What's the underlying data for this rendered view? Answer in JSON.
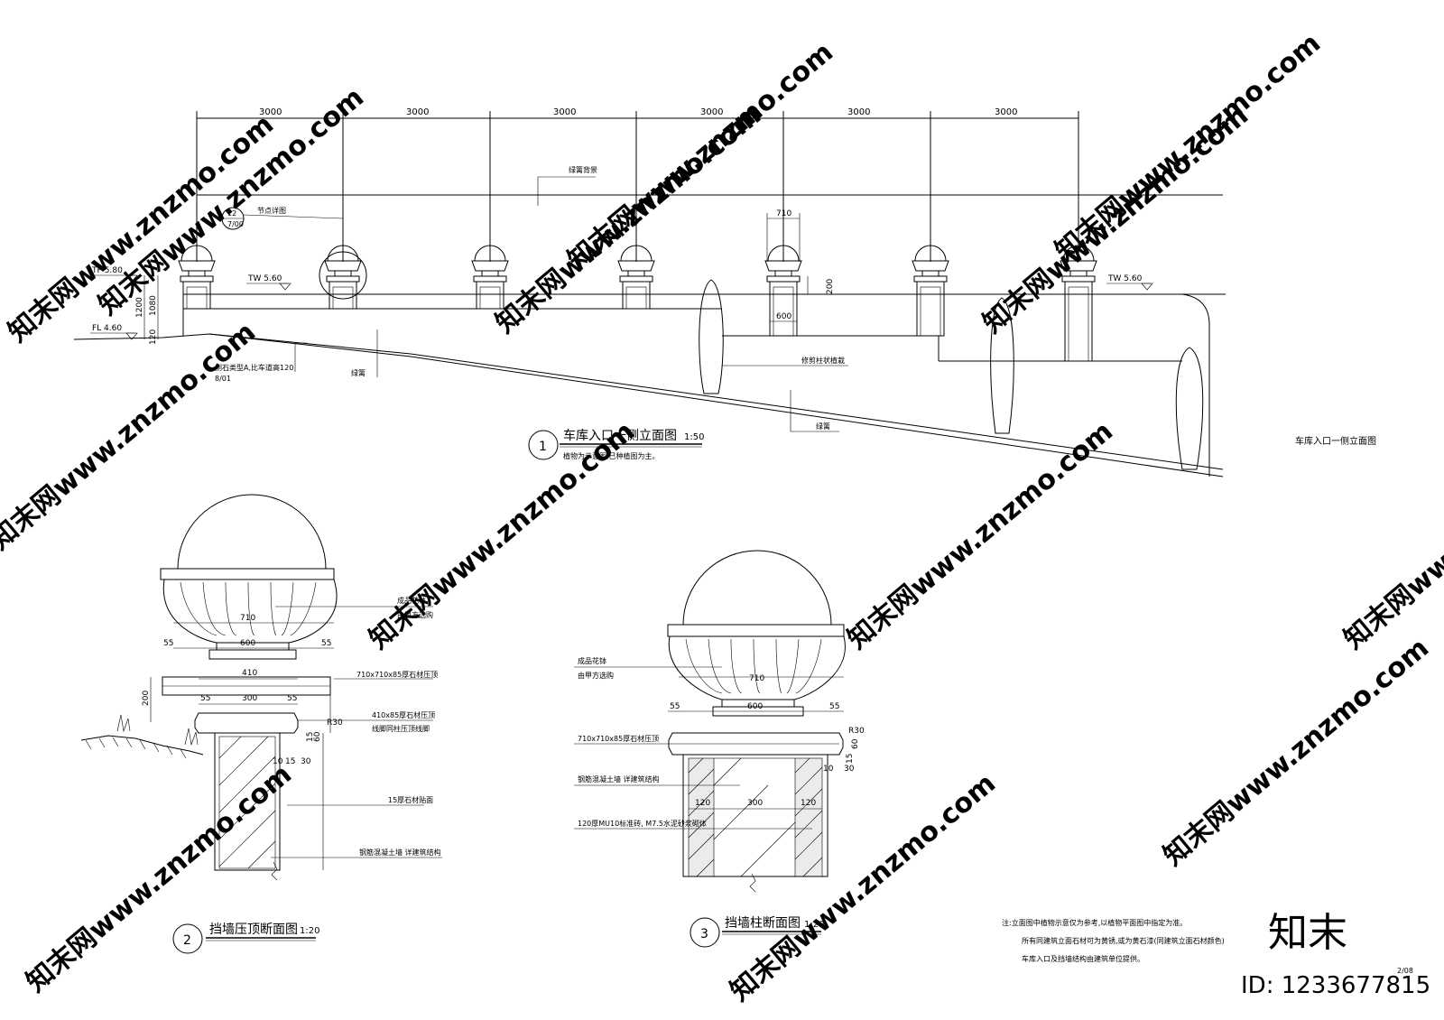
{
  "elevation": {
    "spans": [
      "3000",
      "3000",
      "3000",
      "3000",
      "3000",
      "3000"
    ],
    "labels": {
      "greenery_bg": "绿篱背景",
      "detail_ref": "节点详图",
      "detail_num": "12",
      "detail_sheet": "7/00",
      "tp": "TP 5.80",
      "tw_left": "TW 5.60",
      "tw_right": "TW 5.60",
      "fl": "FL 4.60",
      "dim_1200": "1200",
      "dim_1080": "1080",
      "dim_120": "120",
      "dim_710": "710",
      "dim_200": "200",
      "dim_600": "600",
      "curb_note": "侧石类型A,比车道高120",
      "curb_ref": "8/01",
      "greenery_1": "绿篱",
      "topiary": "修剪柱状植栽",
      "greenery_2": "绿篱",
      "side_caption": "车库入口一侧立面图"
    },
    "title": {
      "num": "1",
      "text": "车库入口一侧立面图",
      "scale": "1:50",
      "note": "植物为示意图,已种植图为主。"
    }
  },
  "section2": {
    "title": {
      "num": "2",
      "text": "挡墙压顶断面图",
      "scale": "1:20"
    },
    "dims": {
      "d710": "710",
      "d600": "600",
      "d55a": "55",
      "d55b": "55",
      "d410": "410",
      "d300": "300",
      "d55c": "55",
      "d55d": "55",
      "d200": "200",
      "r30": "R30",
      "d60": "60",
      "d10": "10",
      "d15a": "15",
      "d15b": "15",
      "d30": "30"
    },
    "notes": {
      "n1a": "成品花钵",
      "n1b": "由甲方选购",
      "n2": "710x710x85厚石材压顶",
      "n3a": "410x85厚石材压顶",
      "n3b": "线脚同柱压顶线脚",
      "n4": "15厚石材贴面",
      "n5": "钢筋混凝土墙  详建筑结构"
    }
  },
  "section3": {
    "title": {
      "num": "3",
      "text": "挡墙柱断面图",
      "scale": "1:20"
    },
    "dims": {
      "d710": "710",
      "d600": "600",
      "d55a": "55",
      "d55b": "55",
      "r30": "R30",
      "d60": "60",
      "d10": "10",
      "d15": "15",
      "d30": "30",
      "d120a": "120",
      "d300": "300",
      "d120b": "120"
    },
    "notes": {
      "n1a": "成品花钵",
      "n1b": "由甲方选购",
      "n2": "710x710x85厚石材压顶",
      "n3": "钢筋混凝土墙  详建筑结构",
      "n4": "120厚MU10标准砖, M7.5水泥砂浆砌体"
    }
  },
  "notes": {
    "line1": "注:立面图中植物示意仅为参考,以植物平面图中指定为准。",
    "line2": "所有同建筑立面石材可为黄锈,或为黄石漆(同建筑立面石材颜色)",
    "line3": "车库入口及挡墙结构由建筑单位提供。",
    "page": "2/08"
  },
  "watermark": {
    "text": "知末网www.znzmo.com",
    "logo": "知末",
    "id": "ID: 1233677815"
  }
}
